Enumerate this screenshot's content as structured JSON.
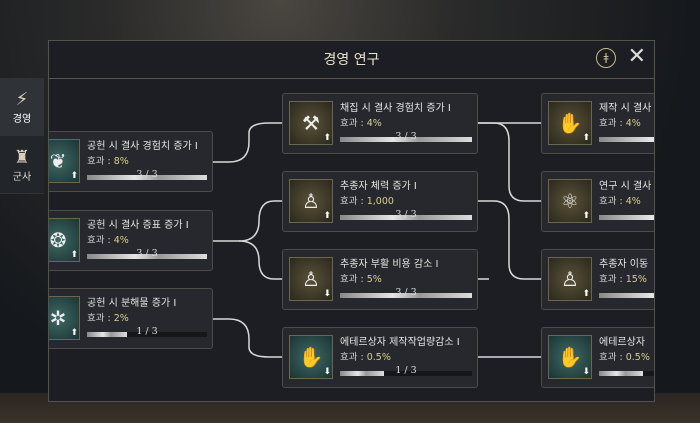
{
  "window": {
    "title": "경영 연구",
    "help_icon": "signpost-icon",
    "close_label": "✕"
  },
  "sidebar": [
    {
      "label": "경영",
      "icon": "lightning-emblem-icon",
      "active": true
    },
    {
      "label": "군사",
      "icon": "castle-tower-icon",
      "active": false
    }
  ],
  "nodes": {
    "col1": [
      {
        "name": "공헌 시 결사 경험치 증가 I",
        "effect_label": "효과 :",
        "effect": "8%",
        "progress": "3 / 3",
        "fraction": 1,
        "icon": "tree-emblem-icon"
      },
      {
        "name": "공헌 시 결사 증표 증가 I",
        "effect_label": "효과 :",
        "effect": "4%",
        "progress": "3 / 3",
        "fraction": 1,
        "icon": "token-emblem-icon"
      },
      {
        "name": "공헌 시 분해물 증가 I",
        "effect_label": "효과 :",
        "effect": "2%",
        "progress": "1 / 3",
        "fraction": 0.33,
        "icon": "scatter-emblem-icon"
      }
    ],
    "col2": [
      {
        "name": "채집 시 결사 경험치 증가 I",
        "effect_label": "효과 :",
        "effect": "4%",
        "progress": "3 / 3",
        "fraction": 1,
        "icon": "axe-pickaxe-icon",
        "glyph": "⚒"
      },
      {
        "name": "추종자 체력 증가 I",
        "effect_label": "효과 :",
        "effect": "1,000",
        "progress": "3 / 3",
        "fraction": 1,
        "icon": "follower-health-icon",
        "glyph": "♙"
      },
      {
        "name": "추종자 부활 비용 감소 I",
        "effect_label": "효과 :",
        "effect": "5%",
        "progress": "3 / 3",
        "fraction": 1,
        "icon": "follower-revive-icon",
        "glyph": "♙"
      },
      {
        "name": "에테르상자 제작작업량감소 I",
        "effect_label": "효과 :",
        "effect": "0.5%",
        "progress": "1 / 3",
        "fraction": 0.33,
        "icon": "gear-hand-icon",
        "glyph": "✋"
      }
    ],
    "col3": [
      {
        "name": "제작 시 결사",
        "effect_label": "효과 :",
        "effect": "4%",
        "progress": "",
        "fraction": 1,
        "icon": "gear-hand-icon",
        "glyph": "✋"
      },
      {
        "name": "연구 시 결사",
        "effect_label": "효과 :",
        "effect": "4%",
        "progress": "",
        "fraction": 1,
        "icon": "atom-icon",
        "glyph": "⚛"
      },
      {
        "name": "추종자 이동",
        "effect_label": "효과 :",
        "effect": "15%",
        "progress": "",
        "fraction": 1,
        "icon": "follower-move-icon",
        "glyph": "♙"
      },
      {
        "name": "에테르상자",
        "effect_label": "효과 :",
        "effect": "0.5%",
        "progress": "",
        "fraction": 0.33,
        "icon": "gear-hand-icon",
        "glyph": "✋"
      }
    ]
  }
}
